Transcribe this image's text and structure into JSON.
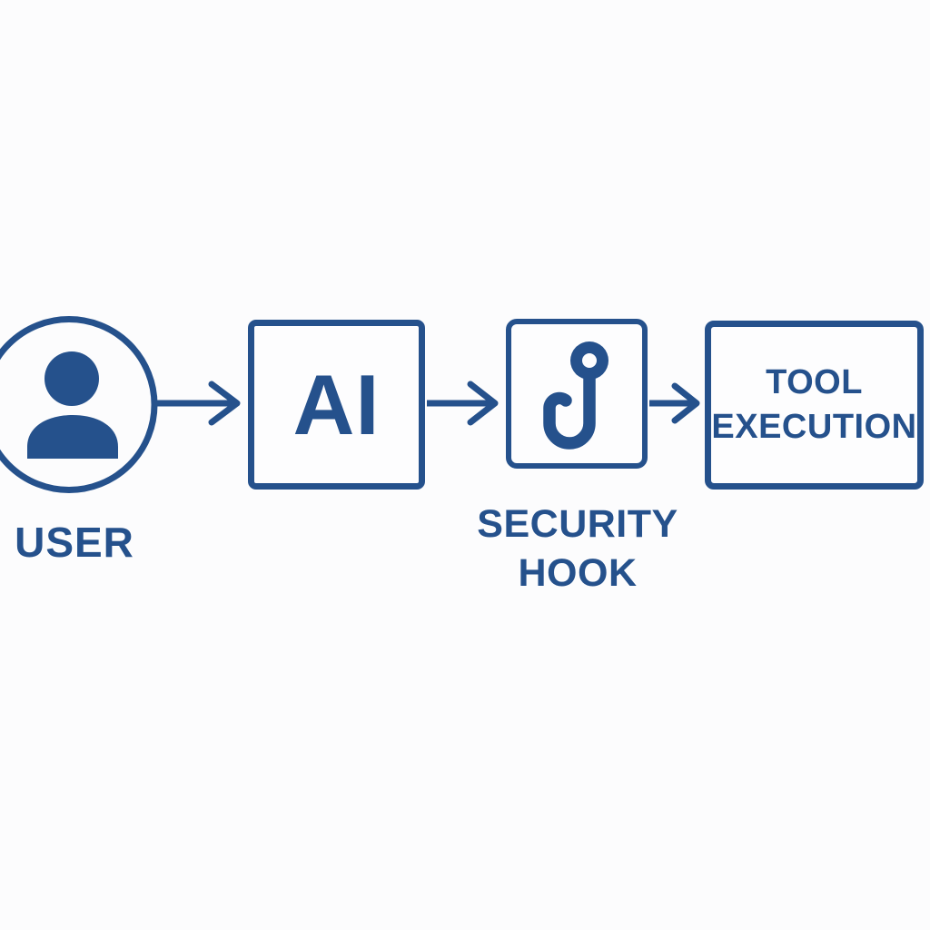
{
  "diagram": {
    "type": "flow-diagram",
    "colors": {
      "accent": "#25518c",
      "background": "#fcfcfd",
      "node_fill": "#fdfdfe"
    },
    "nodes": [
      {
        "id": "user",
        "shape": "circle",
        "icon": "user-icon",
        "label": "USER"
      },
      {
        "id": "ai",
        "shape": "rounded-box",
        "label": "AI"
      },
      {
        "id": "security-hook",
        "shape": "rounded-box",
        "icon": "fishhook-icon",
        "label": "SECURITY HOOK",
        "label_line1": "SECURITY",
        "label_line2": "HOOK"
      },
      {
        "id": "tool-execution",
        "shape": "rounded-box",
        "label": "TOOL EXECUTION",
        "label_line1": "TOOL",
        "label_line2": "EXECUTION"
      }
    ],
    "edges": [
      {
        "from": "user",
        "to": "ai",
        "style": "arrow-right"
      },
      {
        "from": "ai",
        "to": "security-hook",
        "style": "arrow-right"
      },
      {
        "from": "security-hook",
        "to": "tool-execution",
        "style": "arrow-right"
      }
    ]
  }
}
